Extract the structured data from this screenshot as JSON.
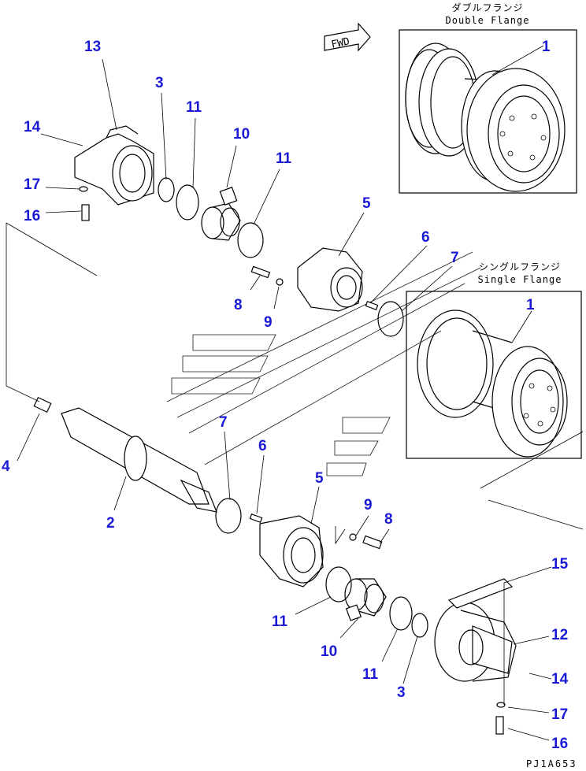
{
  "panels": {
    "double": {
      "caption_jp": "ダブルフランジ",
      "caption_en": "Double Flange"
    },
    "single": {
      "caption_jp": "シングルフランジ",
      "caption_en": "Single Flange"
    }
  },
  "forward_marker": "FWD",
  "drawing_code": "PJ1A653",
  "callouts": {
    "c1a": "1",
    "c1b": "1",
    "c2": "2",
    "c3a": "3",
    "c3b": "3",
    "c4": "4",
    "c5a": "5",
    "c5b": "5",
    "c6a": "6",
    "c6b": "6",
    "c7a": "7",
    "c7b": "7",
    "c8a": "8",
    "c8b": "8",
    "c9a": "9",
    "c9b": "9",
    "c10a": "10",
    "c10b": "10",
    "c11a": "11",
    "c11b": "11",
    "c11c": "11",
    "c11d": "11",
    "c12": "12",
    "c13": "13",
    "c14a": "14",
    "c14b": "14",
    "c15": "15",
    "c16a": "16",
    "c16b": "16",
    "c17a": "17",
    "c17b": "17"
  },
  "colors": {
    "callout": "#1a1ad6",
    "line": "#000000",
    "background": "#ffffff"
  }
}
